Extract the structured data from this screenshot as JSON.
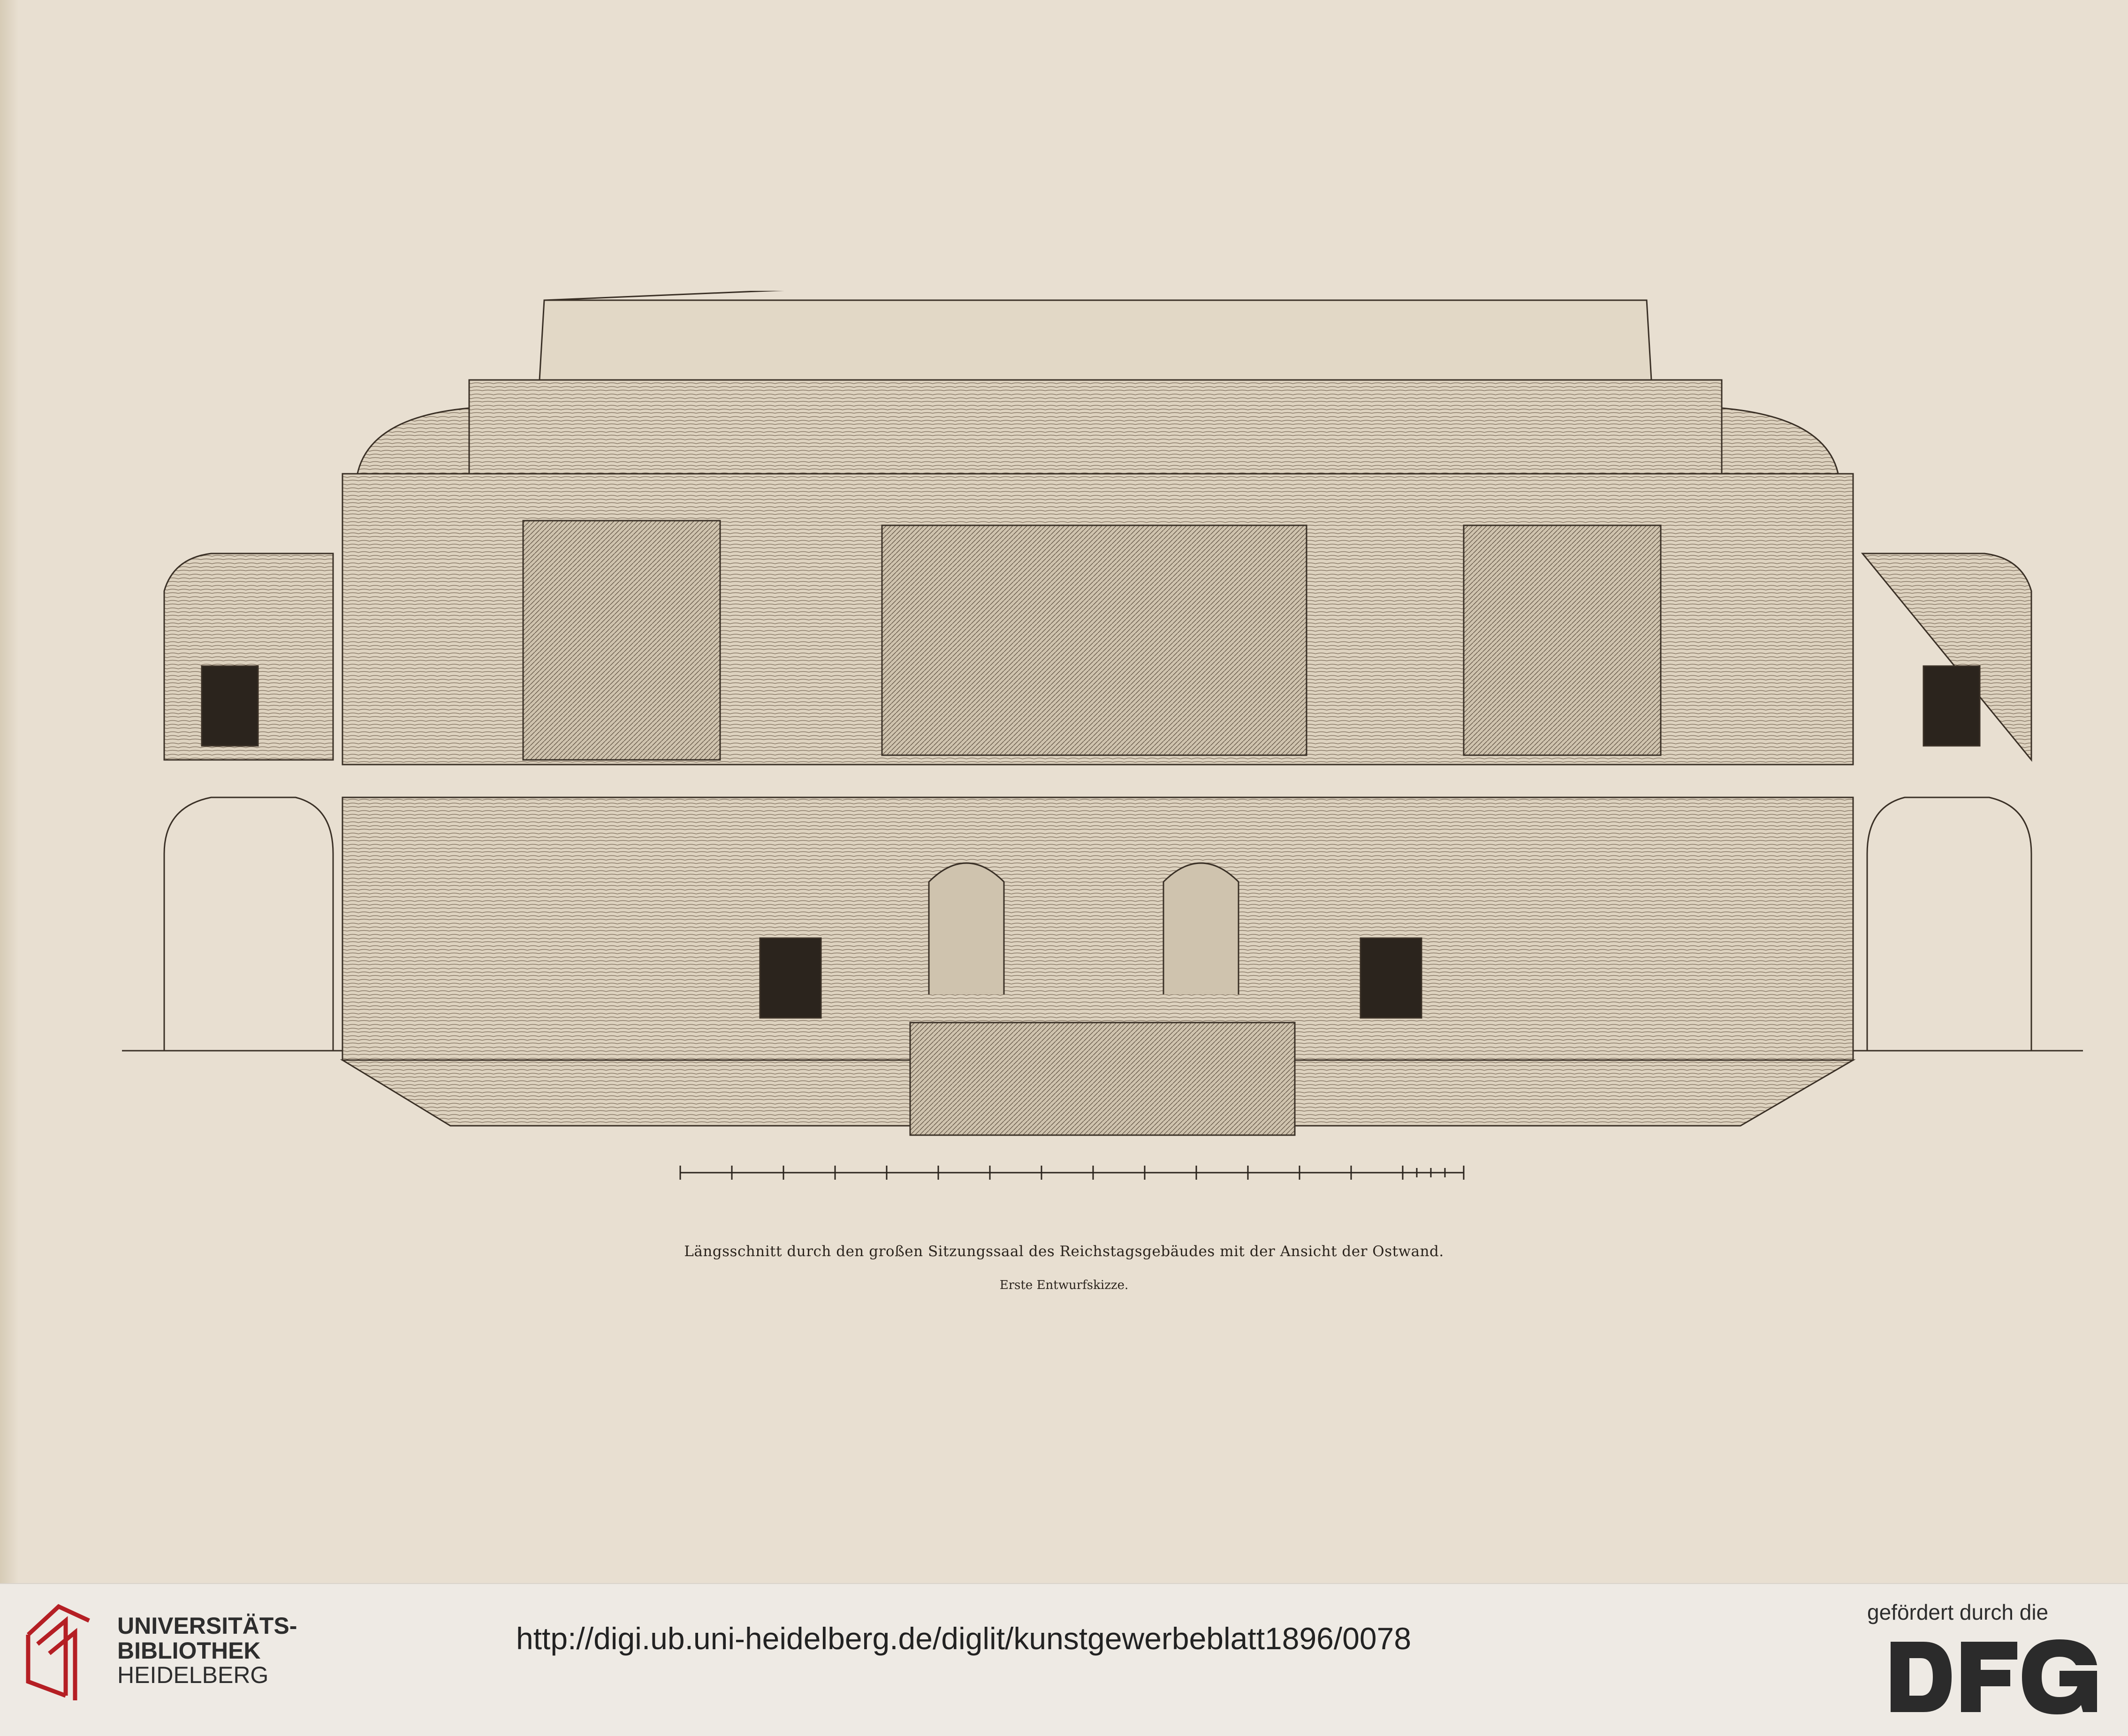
{
  "caption": {
    "title": "Längsschnitt durch den großen Sitzungssaal des Reichstagsgebäudes mit der Ansicht der Ostwand.",
    "subtitle": "Erste Entwurfskizze."
  },
  "footer": {
    "library": {
      "line1": "UNIVERSITÄTS-",
      "line2": "BIBLIOTHEK",
      "line3": "HEIDELBERG"
    },
    "url": "http://digi.ub.uni-heidelberg.de/diglit/kunstgewerbeblatt1896/0078",
    "funding_label": "gefördert durch die",
    "funder_logo": "DFG"
  },
  "colors": {
    "paper": "#e8dfd1",
    "ink": "#2b241d",
    "logo_red": "#b51f24",
    "footer_bg": "#eeeae4"
  },
  "icons": {
    "library_logo": "heidelberg-library-logo",
    "funder_logo": "dfg-logo"
  }
}
